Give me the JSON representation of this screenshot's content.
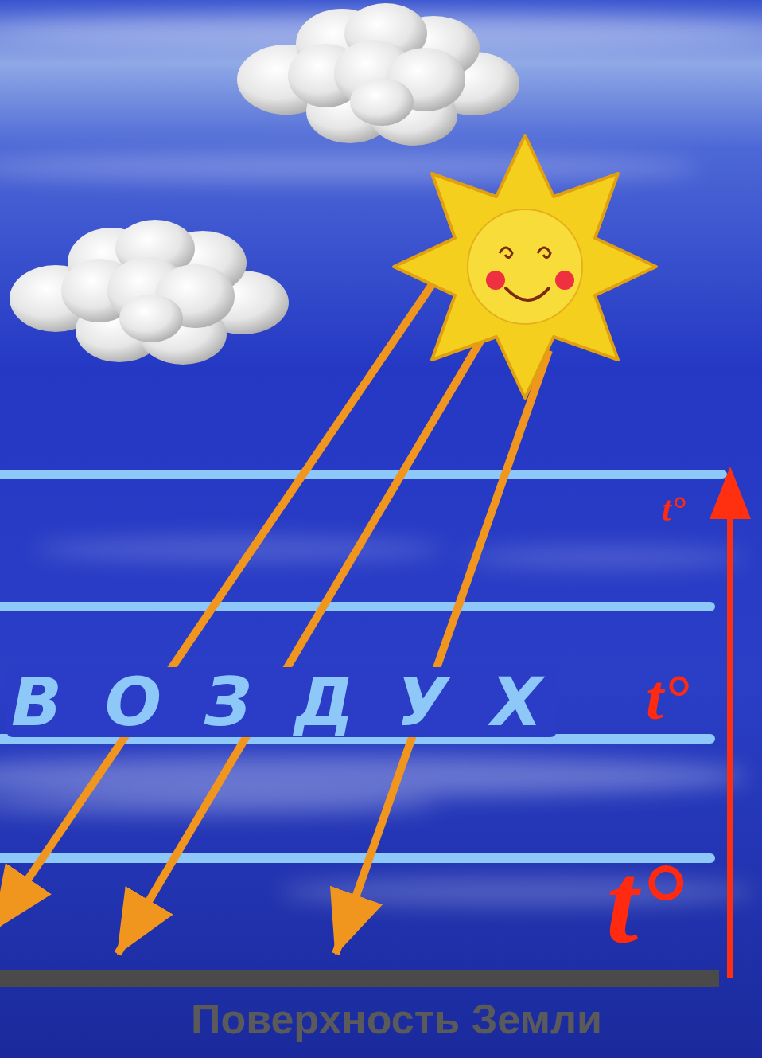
{
  "diagram": {
    "labels": [
      "t°",
      "В О З Д У Х",
      "t°",
      "t°",
      "Поверхность Земли"
    ]
  }
}
